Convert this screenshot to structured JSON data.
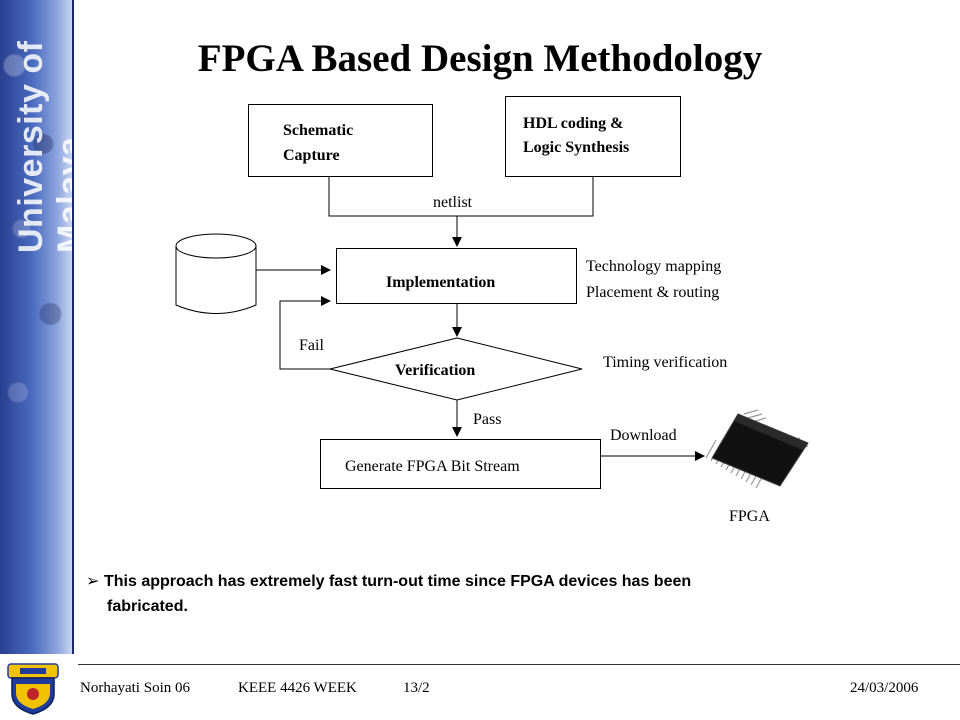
{
  "slide": {
    "title": "FPGA Based Design Methodology",
    "sidebar_text": "University of Malaya"
  },
  "diagram": {
    "schematic_capture": [
      "Schematic",
      "Capture"
    ],
    "hdl_coding": [
      "HDL coding &",
      "Logic Synthesis"
    ],
    "netlist": "netlist",
    "implementation": "Implementation",
    "implementation_notes": [
      "Technology mapping",
      "Placement & routing"
    ],
    "fail": "Fail",
    "verification": "Verification",
    "verification_note": "Timing verification",
    "pass": "Pass",
    "generate": "Generate FPGA Bit Stream",
    "download": "Download",
    "fpga": "FPGA"
  },
  "note": {
    "bullet": "➢",
    "line1": "This approach has extremely fast turn-out time since FPGA devices has been",
    "line2": "fabricated."
  },
  "footer": {
    "author": "Norhayati Soin 06",
    "course": "KEEE 4426 WEEK",
    "page": "13/2",
    "date": "24/03/2006"
  },
  "colors": {
    "sidebar": "#4a6bc0",
    "crest_blue": "#1f3c9c",
    "crest_yellow": "#f2c200",
    "crest_red": "#c0242b"
  }
}
